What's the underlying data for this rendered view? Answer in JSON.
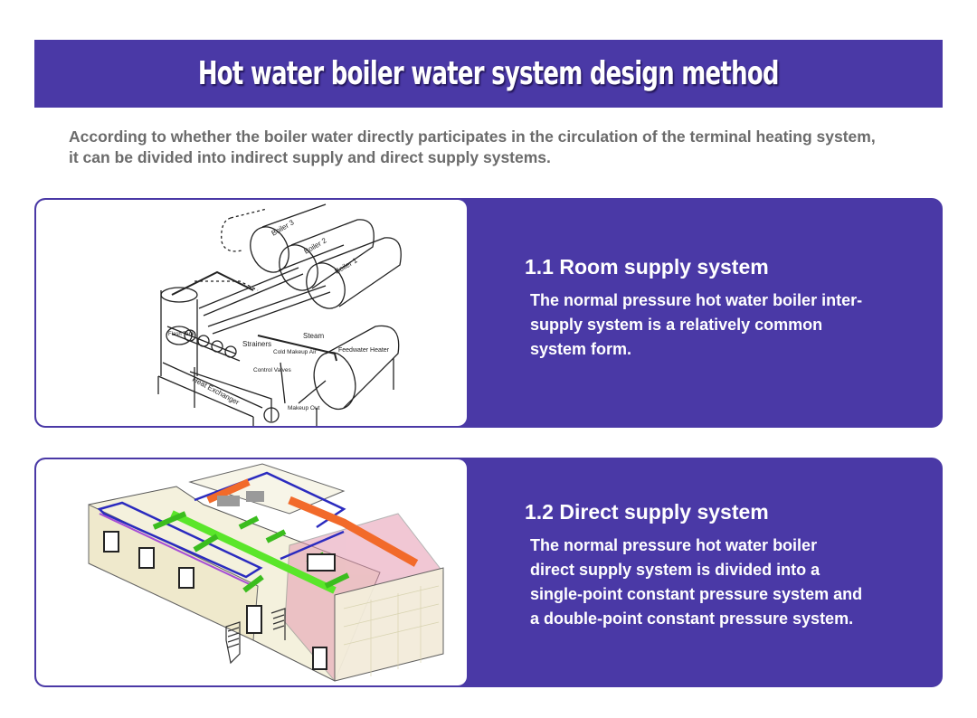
{
  "page": {
    "title": "Hot water boiler water system design method",
    "intro": "According to whether the boiler water directly participates in the circulation of the terminal heating system, it can be divided into indirect supply and direct supply systems.",
    "accent_color": "#4a39a6",
    "intro_color": "#6b6b6b"
  },
  "sections": [
    {
      "heading": "1.1 Room supply system",
      "body": "The normal pressure hot water boiler inter-supply system is a relatively common system form.",
      "image": {
        "type": "line-drawing",
        "description": "Isometric line drawing of indirect boiler supply system",
        "labels": [
          "Boiler 3",
          "Boiler 2",
          "Boiler 1",
          "Flash Tank",
          "Strainers",
          "Steam",
          "Cold Makeup Air",
          "Control Valves",
          "Feedwater Heater",
          "Heat Exchanger",
          "Makeup Out"
        ]
      }
    },
    {
      "heading": "1.2 Direct supply system",
      "body": "The normal pressure hot water boiler direct supply system is divided into a single-point constant pressure system and a double-point constant pressure system.",
      "image": {
        "type": "3d-render",
        "description": "Isometric 3D building cutaway with colored ducts and pipes"
      }
    }
  ]
}
